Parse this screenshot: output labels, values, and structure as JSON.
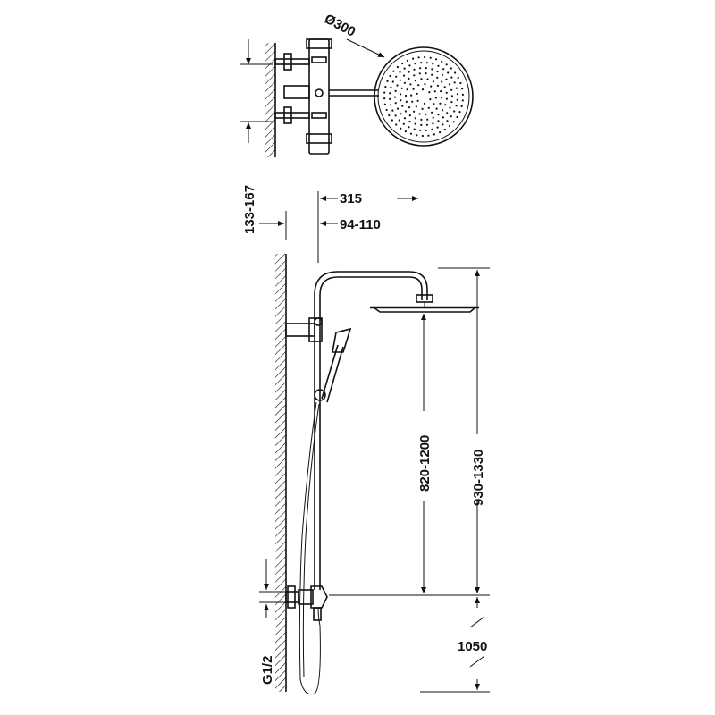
{
  "dimensions": {
    "head_diameter": "Ø300",
    "arm_length": "315",
    "wall_offset": "94-110",
    "mixer_centres": "133-167",
    "bar_height_adjust": "820-1200",
    "head_height_adjust": "930-1330",
    "inlet_height": "1050",
    "connection": "G1/2"
  },
  "colors": {
    "line": "#111111",
    "background": "#ffffff"
  }
}
